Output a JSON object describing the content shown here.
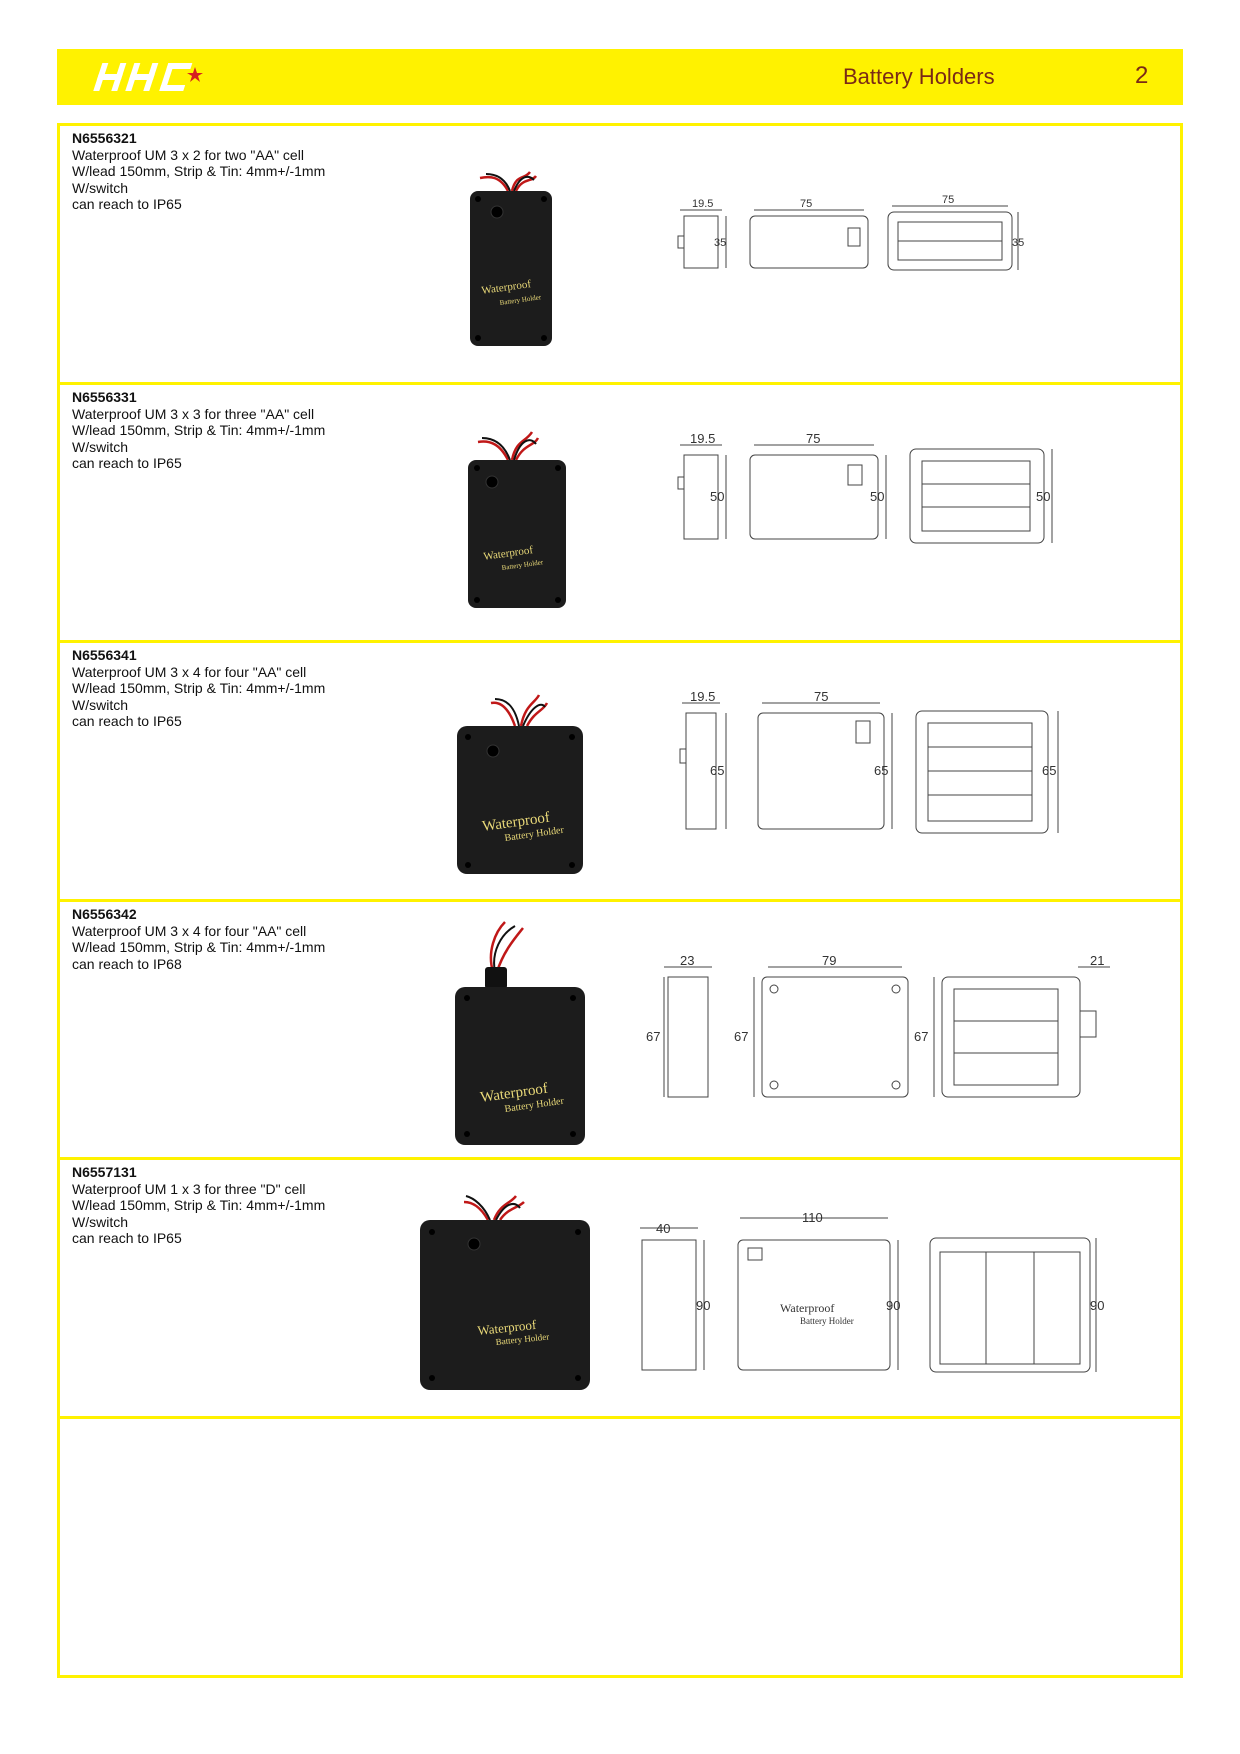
{
  "header": {
    "logo_text": "HHC",
    "title": "Battery Holders",
    "page_number": "2",
    "bar_color": "#fff200",
    "text_color": "#7a2a16"
  },
  "products": [
    {
      "code": "N6556321",
      "lines": [
        "Waterproof UM 3 x 2 for two \"AA\" cell",
        "W/lead 150mm, Strip & Tin: 4mm+/-1mm",
        "W/switch",
        "can reach to IP65"
      ],
      "photo_label": [
        "Waterproof",
        "Battery Holder"
      ],
      "dims": {
        "side_width": "19.5",
        "side_height": "35",
        "top_width": "75",
        "front_height": "35",
        "inside_width": "75",
        "inside_height": "35"
      }
    },
    {
      "code": "N6556331",
      "lines": [
        "Waterproof UM 3 x 3 for three \"AA\" cell",
        "W/lead 150mm, Strip & Tin: 4mm+/-1mm",
        "W/switch",
        "can reach to IP65"
      ],
      "photo_label": [
        "Waterproof",
        "Battery Holder"
      ],
      "dims": {
        "side_width": "19.5",
        "side_height": "50",
        "top_width": "75",
        "front_height": "50",
        "inside_height": "50"
      }
    },
    {
      "code": "N6556341",
      "lines": [
        "Waterproof UM 3 x 4 for four \"AA\" cell",
        "W/lead 150mm, Strip & Tin: 4mm+/-1mm",
        "W/switch",
        "can reach to IP65"
      ],
      "photo_label": [
        "Waterproof",
        "Battery Holder"
      ],
      "dims": {
        "side_width": "19.5",
        "side_height": "65",
        "top_width": "75",
        "front_height": "65",
        "inside_height": "65"
      }
    },
    {
      "code": "N6556342",
      "lines": [
        "Waterproof UM 3 x 4 for four \"AA\" cell",
        "W/lead 150mm, Strip & Tin: 4mm+/-1mm",
        "can reach to IP68"
      ],
      "photo_label": [
        "Waterproof",
        "Battery Holder"
      ],
      "dims": {
        "side_width": "23",
        "side_height": "67",
        "top_width": "79",
        "front_height": "67",
        "inside_height": "67",
        "gland_width": "21"
      }
    },
    {
      "code": "N6557131",
      "lines": [
        "Waterproof UM 1 x 3 for three \"D\" cell",
        "W/lead 150mm, Strip & Tin: 4mm+/-1mm",
        "W/switch",
        "can reach to IP65"
      ],
      "photo_label": [
        "Waterproof",
        "Battery Holder"
      ],
      "dims": {
        "side_width": "40",
        "side_height": "90",
        "top_width": "110",
        "front_height": "90",
        "inside_height": "90"
      }
    }
  ]
}
